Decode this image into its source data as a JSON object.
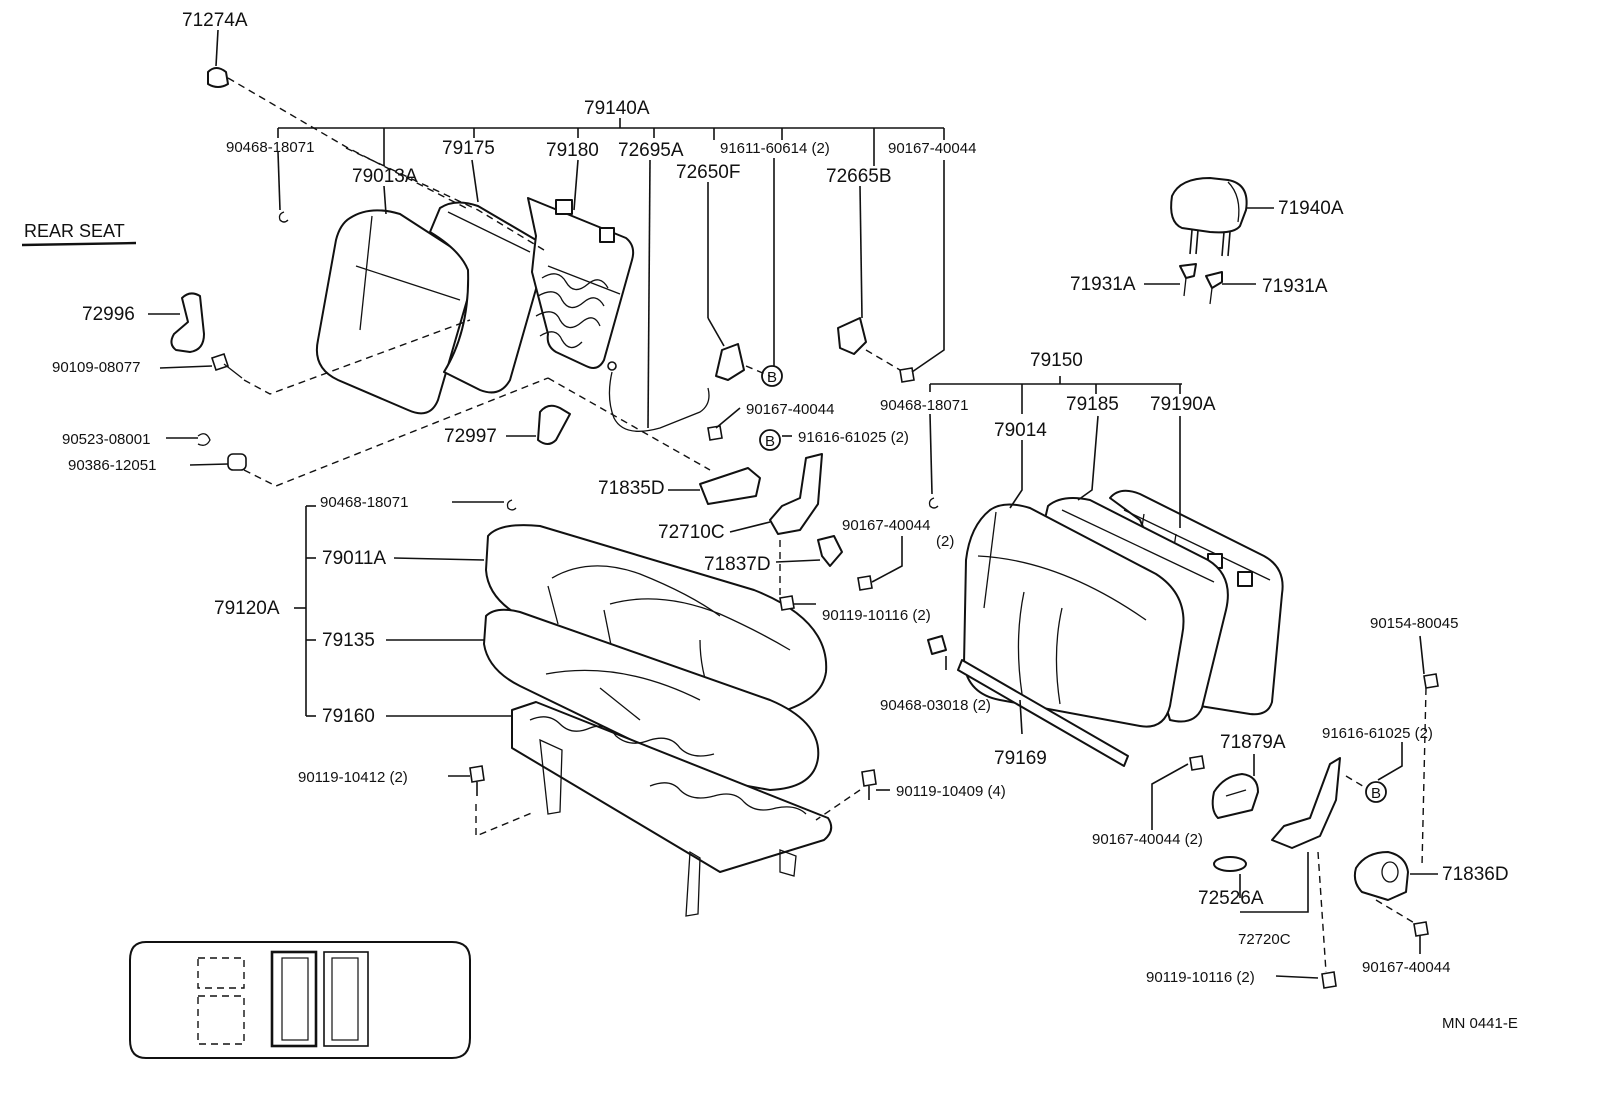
{
  "section_title": "REAR SEAT",
  "figure_code": "MN 0441-E",
  "ref_marker": "B",
  "labels": {
    "p71274A": "71274A",
    "p79140A": "79140A",
    "p90468_18071_a": "90468-18071",
    "p79175": "79175",
    "p79180": "79180",
    "p72695A": "72695A",
    "p91611_60614": "91611-60614 (2)",
    "p90167_40044_top": "90167-40044",
    "p79013A": "79013A",
    "p72650F": "72650F",
    "p72665B": "72665B",
    "p72996": "72996",
    "p90109_08077": "90109-08077",
    "p90167_40044_mid": "90167-40044",
    "p90523_08001": "90523-08001",
    "p90386_12051": "90386-12051",
    "p72997": "72997",
    "p91616_61025_a": "91616-61025 (2)",
    "p71835D": "71835D",
    "p90468_18071_b": "90468-18071",
    "p72710C": "72710C",
    "p79011A": "79011A",
    "p90167_40044_2": "90167-40044",
    "p90167_40044_2q": "(2)",
    "p71837D": "71837D",
    "p79120A": "79120A",
    "p79135": "79135",
    "p90119_10116_a": "90119-10116 (2)",
    "p79160": "79160",
    "p90119_10412": "90119-10412 (2)",
    "p90119_10409": "90119-10409 (4)",
    "p71940A": "71940A",
    "p71931A_l": "71931A",
    "p71931A_r": "71931A",
    "p79150": "79150",
    "p90468_18071_c": "90468-18071",
    "p79014": "79014",
    "p79185": "79185",
    "p79190A": "79190A",
    "p90154_80045": "90154-80045",
    "p90468_03018": "90468-03018 (2)",
    "p79169": "79169",
    "p71879A": "71879A",
    "p91616_61025_b": "91616-61025 (2)",
    "p90167_40044_3": "90167-40044 (2)",
    "p72526A": "72526A",
    "p72720C": "72720C",
    "p71836D": "71836D",
    "p90119_10116_b": "90119-10116 (2)",
    "p90167_40044_4": "90167-40044"
  }
}
